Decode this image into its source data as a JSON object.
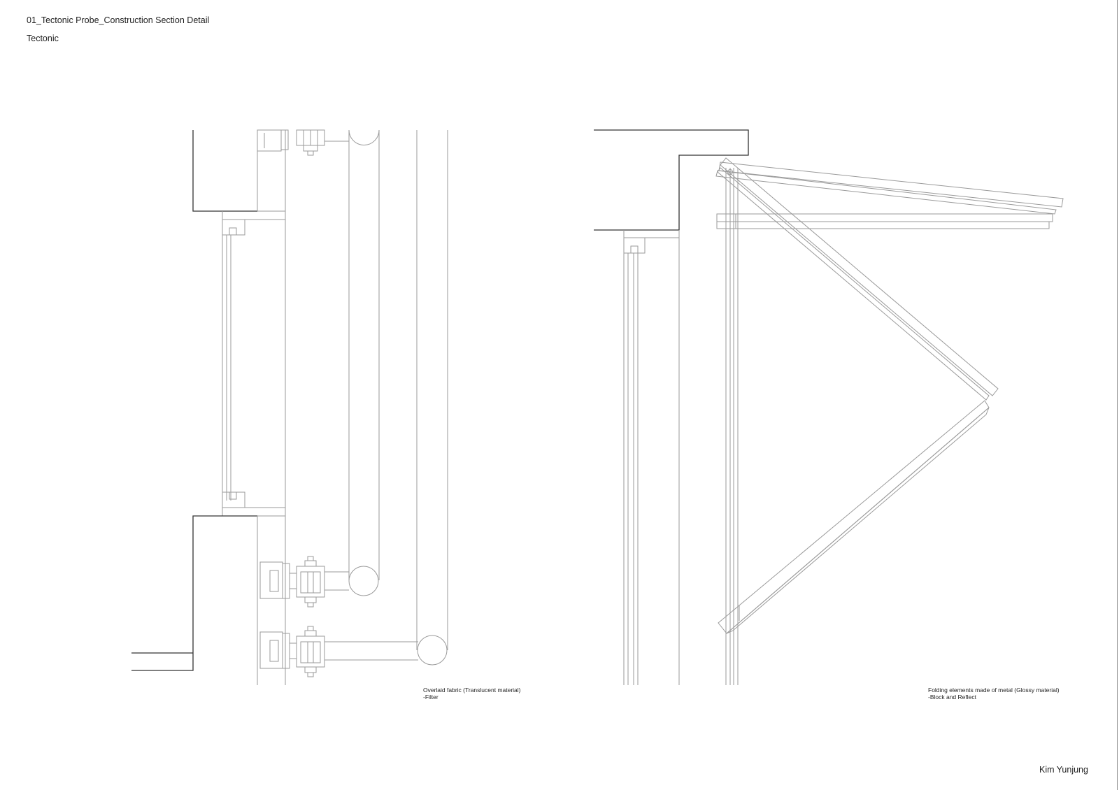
{
  "sheet": {
    "title": "01_Tectonic Probe_Construction Section Detail",
    "subtitle": "Tectonic",
    "author": "Kim Yunjung"
  },
  "annotations": {
    "fabric": {
      "line1": "Overlaid fabric (Translucent material)",
      "line2": "-Filter"
    },
    "folding": {
      "line1": "Folding elements made of metal (Glossy material)",
      "line2": "-Block and Reflect"
    }
  },
  "colors": {
    "heavy_line": "#333333",
    "light_line": "#9a9a9a"
  }
}
